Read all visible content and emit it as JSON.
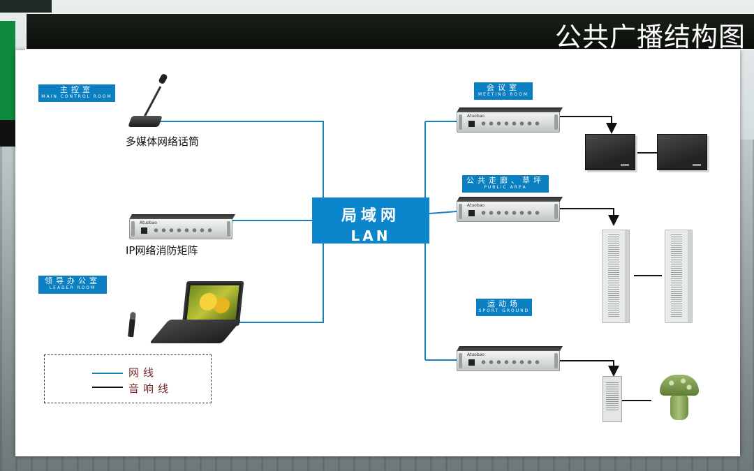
{
  "title": "公共广播结构图",
  "hub": {
    "line1": "局域网",
    "line2": "LAN"
  },
  "zones": {
    "main_control": {
      "cn": "主控室",
      "en": "MAIN CONTROL ROOM"
    },
    "leader": {
      "cn": "领导办公室",
      "en": "LEADER ROOM"
    },
    "meeting": {
      "cn": "会议室",
      "en": "MEETING ROOM"
    },
    "public": {
      "cn": "公共走廊、草坪",
      "en": "PUBLIC AREA"
    },
    "sport": {
      "cn": "运动场",
      "en": "SPORT GROUND"
    }
  },
  "captions": {
    "mic": "多媒体网络话筒",
    "matrix": "IP网络消防矩阵"
  },
  "legend": {
    "network": "网线",
    "audio": "音响线"
  },
  "amp_logo": "Atuobao",
  "colors": {
    "network_line": "#1a7fb8",
    "audio_line": "#111111",
    "tag": "#0b7fc0",
    "hub": "#0b86cc"
  }
}
